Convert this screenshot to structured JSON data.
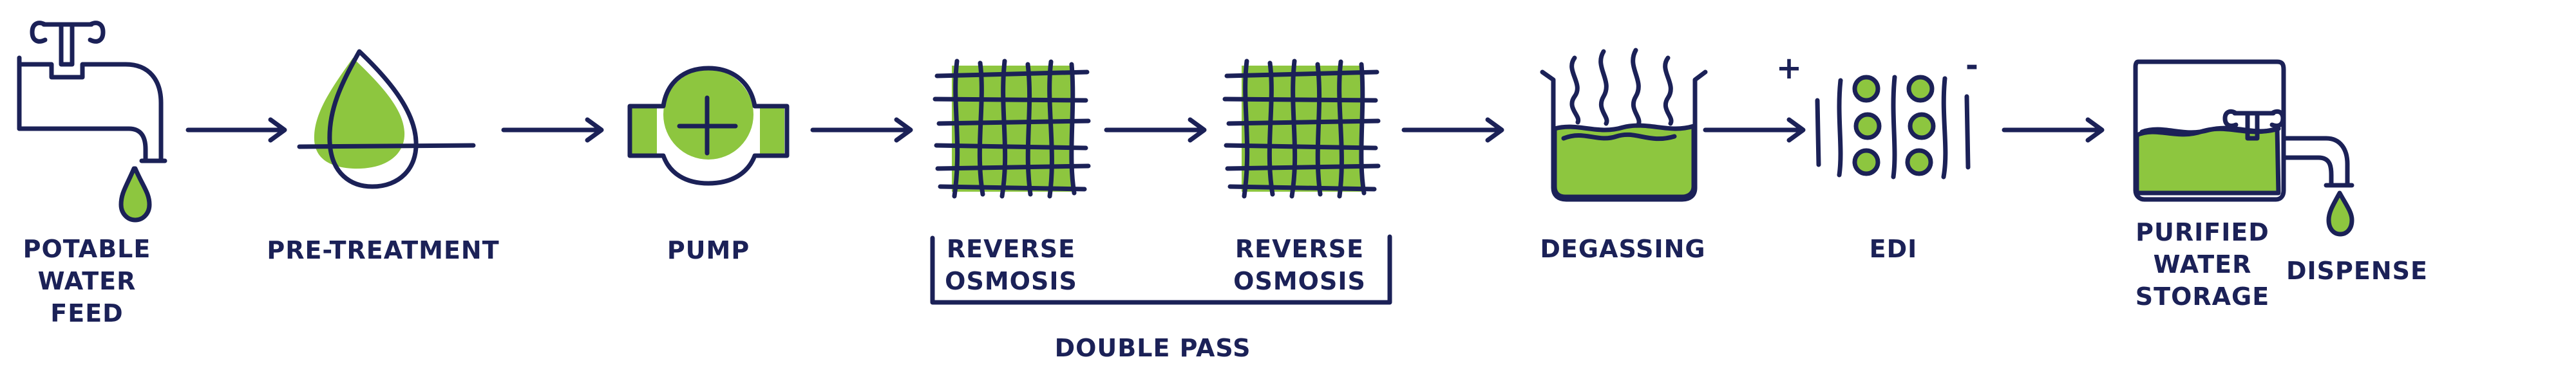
{
  "colors": {
    "navy": "#1b2157",
    "green": "#8dc63f"
  },
  "steps": {
    "potable": {
      "lines": [
        "POTABLE",
        "WATER",
        "FEED"
      ],
      "icon": "tap-icon"
    },
    "pretreatment": {
      "label": "PRE-TREATMENT",
      "icon": "droplet-icon"
    },
    "pump": {
      "label": "PUMP",
      "icon": "pump-icon"
    },
    "ro1": {
      "lines": [
        "REVERSE",
        "OSMOSIS"
      ],
      "icon": "membrane-icon"
    },
    "ro2": {
      "lines": [
        "REVERSE",
        "OSMOSIS"
      ],
      "icon": "membrane-icon"
    },
    "degassing": {
      "label": "DEGASSING",
      "icon": "beaker-steam-icon"
    },
    "edi": {
      "label": "EDI",
      "icon": "edi-cell-icon",
      "plus": "+",
      "minus": "-"
    },
    "storage": {
      "lines": [
        "PURIFIED",
        "WATER",
        "STORAGE"
      ],
      "icon": "tank-icon"
    },
    "dispense": {
      "label": "DISPENSE",
      "icon": "tap-icon"
    }
  },
  "double_pass": {
    "label": "DOUBLE PASS"
  }
}
